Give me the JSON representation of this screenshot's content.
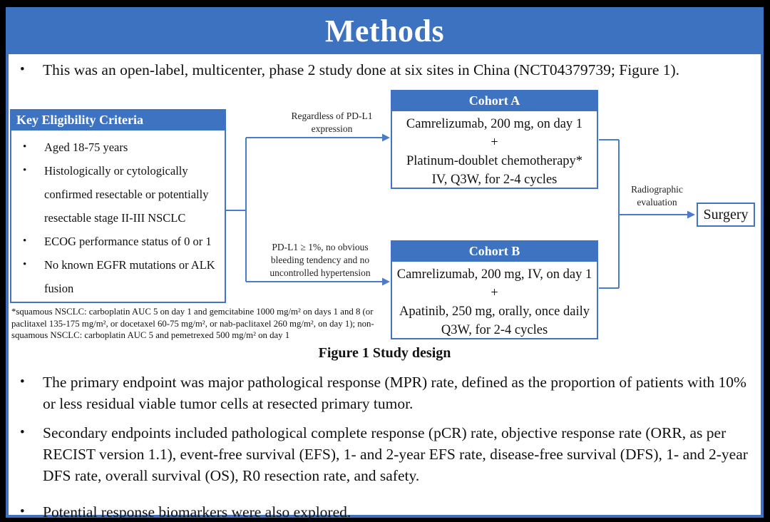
{
  "slide": {
    "title": "Methods",
    "intro_bullet": "This was an open-label, multicenter, phase 2 study done at six sites in China (NCT04379739; Figure 1).",
    "figure_caption": "Figure 1 Study design",
    "endpoint_bullets": [
      "The primary endpoint was major pathological response (MPR) rate, defined as the proportion of patients with 10% or less residual viable tumor cells at resected primary tumor.",
      "Secondary endpoints included pathological complete response (pCR) rate, objective response rate (ORR, as per RECIST version 1.1), event-free survival (EFS), 1- and 2-year EFS rate, disease-free survival (DFS), 1- and 2-year DFS rate, overall survival (OS), R0 resection rate, and safety.",
      "Potential response biomarkers were also explored."
    ],
    "bullet_glyph": "•"
  },
  "diagram": {
    "eligibility": {
      "header": "Key  Eligibility Criteria",
      "items": [
        "Aged 18-75 years",
        "Histologically or cytologically confirmed resectable or potentially resectable stage II-III  NSCLC",
        "ECOG performance status of 0 or 1",
        "No known EGFR mutations or ALK fusion"
      ]
    },
    "footnote": "*squamous NSCLC: carboplatin AUC 5 on day 1 and gemcitabine 1000 mg/m² on days 1 and 8 (or paclitaxel 135-175 mg/m², or docetaxel 60-75 mg/m², or nab-paclitaxel 260 mg/m², on day 1); non-squamous NSCLC: carboplatin AUC 5 and pemetrexed 500 mg/m² on day 1",
    "branch_top_label": "Regardless  of PD-L1 expression",
    "branch_bottom_label": "PD-L1 ≥ 1%, no obvious bleeding tendency and no uncontrolled hypertension",
    "cohort_a": {
      "header": "Cohort A",
      "lines": [
        "Camrelizumab, 200 mg, on day 1",
        "+",
        "Platinum-doublet chemotherapy*",
        "IV, Q3W, for 2-4 cycles"
      ]
    },
    "cohort_b": {
      "header": "Cohort B",
      "lines": [
        "Camrelizumab, 200 mg, IV, on day 1",
        "+",
        "Apatinib, 250 mg, orally, once daily",
        "Q3W, for 2-4 cycles"
      ]
    },
    "evaluation_label": "Radiographic evaluation",
    "surgery_label": "Surgery"
  },
  "colors": {
    "banner_blue": "#3C72BF",
    "box_header_blue": "#3E73C1",
    "box_border_blue": "#4472C4",
    "connector_blue": "#4A7CCB"
  }
}
